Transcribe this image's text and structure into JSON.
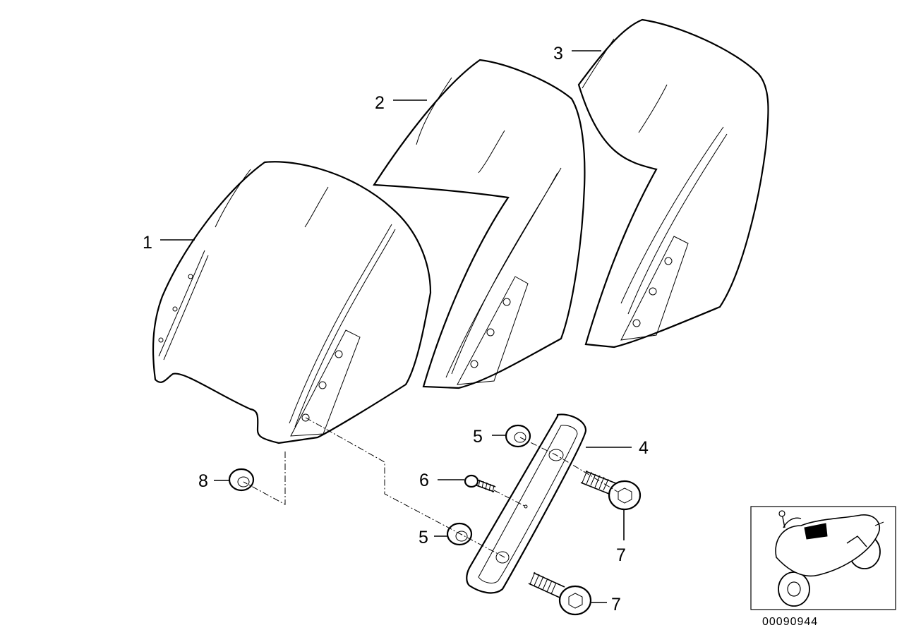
{
  "diagram": {
    "reference_number": "00090944",
    "callouts": [
      {
        "id": "1",
        "label": "1"
      },
      {
        "id": "2",
        "label": "2"
      },
      {
        "id": "3",
        "label": "3"
      },
      {
        "id": "4",
        "label": "4"
      },
      {
        "id": "5a",
        "label": "5"
      },
      {
        "id": "5b",
        "label": "5"
      },
      {
        "id": "6",
        "label": "6"
      },
      {
        "id": "7a",
        "label": "7"
      },
      {
        "id": "7b",
        "label": "7"
      },
      {
        "id": "8",
        "label": "8"
      }
    ],
    "inset_icon": "motorcycle-thumbnail-icon"
  }
}
